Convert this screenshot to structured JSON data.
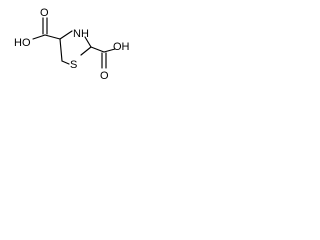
{
  "molecule": {
    "atoms": {
      "ring_nitrogen": "NH",
      "ring_sulfur": "S",
      "left_hydroxyl": "HO",
      "right_hydroxyl": "OH",
      "left_carbonyl_oxygen": "O",
      "right_carbonyl_oxygen": "O"
    }
  },
  "colors": {
    "ink": "#000000",
    "background": "#ffffff"
  }
}
